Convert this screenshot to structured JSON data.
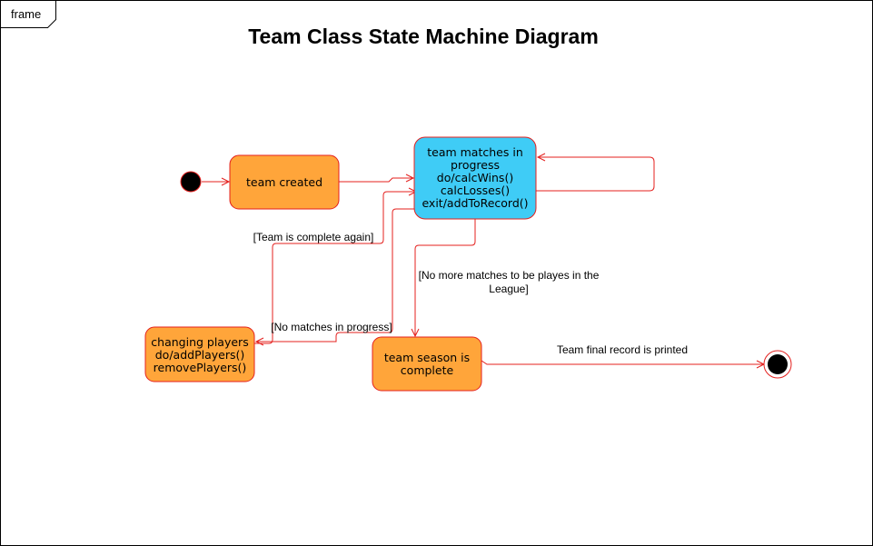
{
  "frame_label": "frame",
  "title": "Team Class State Machine Diagram",
  "states": {
    "team_created": [
      "team created"
    ],
    "matches_in_progress": [
      "team matches in",
      "progress",
      "do/calcWins()",
      "calcLosses()",
      "exit/addToRecord()"
    ],
    "changing_players": [
      "changing players",
      "do/addPlayers()",
      "removePlayers()"
    ],
    "season_complete": [
      "team season is",
      "complete"
    ]
  },
  "transitions": {
    "team_complete_again": "[Team is complete again]",
    "no_more_matches": [
      "[No more matches to be playes in the",
      "League]"
    ],
    "no_matches_in_progress": "[No matches in progress]",
    "final_record_printed": "Team final record is printed"
  },
  "colors": {
    "state_fill": "#ffa53a",
    "active_state_fill": "#3fccf6",
    "edge": "#e4201e",
    "pseudostate": "#000000"
  }
}
